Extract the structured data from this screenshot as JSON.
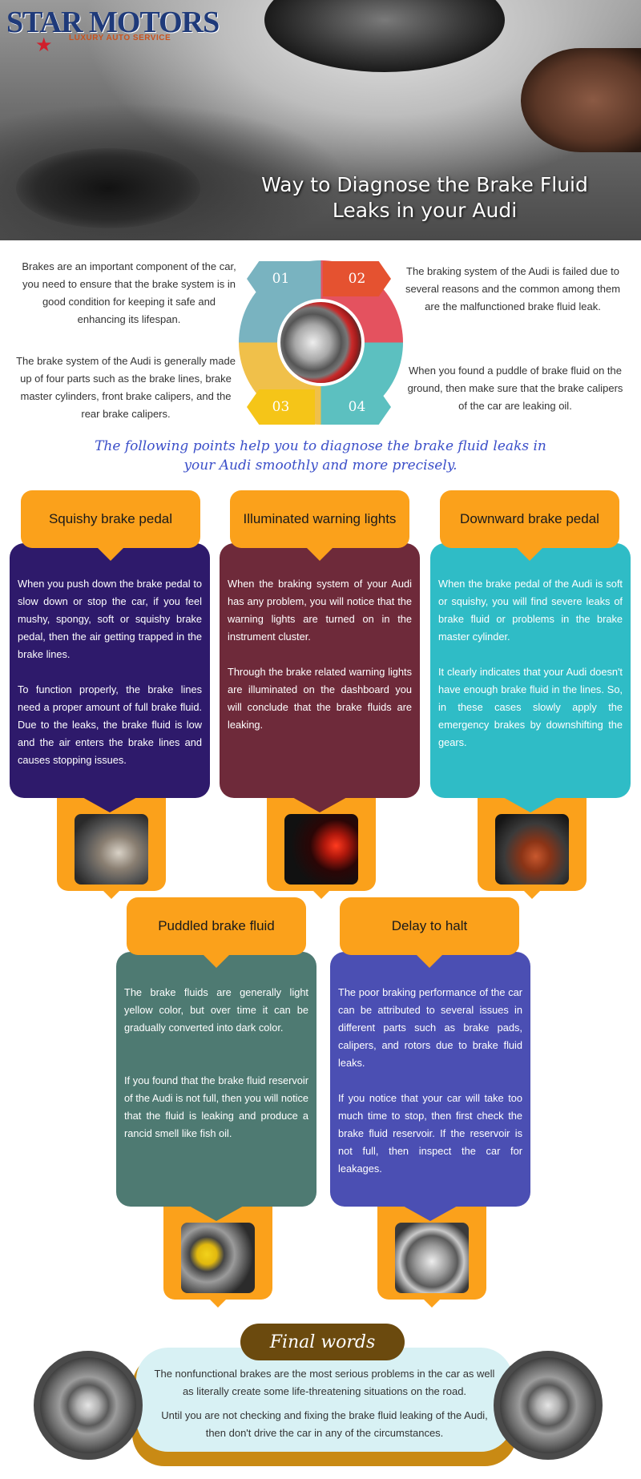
{
  "hero": {
    "logo_main": "STAR MOTORS",
    "logo_sub": "LUXURY AUTO SERVICE",
    "title": "Way to Diagnose the Brake Fluid Leaks in your Audi"
  },
  "intro": {
    "step_labels": [
      "01",
      "02",
      "03",
      "04"
    ],
    "text_01": "Brakes are an important component of the car, you need to ensure that the brake system is in good condition for keeping it safe and enhancing its lifespan.",
    "text_02": "The braking system of the Audi is failed due to several reasons and the common among them are the malfunctioned brake fluid leak.",
    "text_03": "The brake system of the Audi is generally made up of four parts such as the brake lines, brake master cylinders, front brake calipers, and the rear brake calipers.",
    "text_04": "When you found a puddle of brake fluid on the ground, then make sure that the brake calipers of the car are leaking oil.",
    "lead": "The following points help you to diagnose the brake fluid leaks in your Audi smoothly and more precisely."
  },
  "cards": [
    {
      "title": "Squishy brake pedal",
      "color": "#2e1a6b",
      "p1": "When you push down the brake pedal to slow down or stop the car, if you feel mushy, spongy, soft or squishy brake pedal, then the air getting trapped in the brake lines.",
      "p2": "To function properly, the brake lines need a proper amount of full brake fluid. Due to the leaks, the brake fluid is low and the air enters the brake lines and causes stopping issues."
    },
    {
      "title": "Illuminated warning lights",
      "color": "#6e2a3a",
      "p1": "When the braking system of your Audi has any problem, you will notice that the warning lights are turned on in the instrument cluster.",
      "p2": "Through the brake related warning lights are illuminated on the dashboard you will conclude that the brake fluids are leaking."
    },
    {
      "title": "Downward brake pedal",
      "color": "#2fbcc6",
      "p1": "When the brake pedal of the Audi is soft or squishy, you will find severe leaks of brake fluid or problems in the brake master cylinder.",
      "p2": "It clearly indicates that your Audi doesn't have enough brake fluid in the lines. So, in these cases slowly apply the emergency brakes by downshifting the gears."
    },
    {
      "title": "Puddled brake fluid",
      "color": "#4e7a72",
      "p1": "The brake fluids are generally light yellow color, but over time it can be gradually converted into dark color.",
      "p2": "If you found that the brake fluid reservoir of the Audi is not full, then you will notice that the fluid is leaking and produce a rancid smell like fish oil."
    },
    {
      "title": "Delay to halt",
      "color": "#4b4fb3",
      "p1": "The poor braking performance of the car can be attributed to several issues in different parts such as brake pads, calipers, and rotors due to brake fluid leaks.",
      "p2": "If you notice that your car will take too much time to stop, then first check the brake fluid reservoir. If the reservoir is not full, then inspect the car for leakages."
    }
  ],
  "final": {
    "title": "Final words",
    "p1": "The nonfunctional brakes are the most serious problems in the car as well as literally create some life-threatening situations on the road.",
    "p2": "Until you are not checking and fixing the brake fluid leaking of the Audi, then don't drive the car in any of the circumstances."
  }
}
